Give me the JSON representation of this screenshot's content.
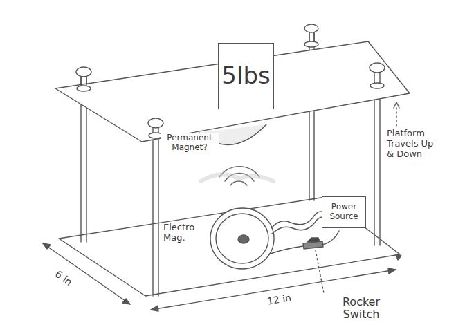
{
  "diagram": {
    "nodes": [
      {
        "text": [
          "5lbs"
        ]
      },
      {
        "text": [
          "Power Source"
        ]
      }
    ],
    "labels": [
      "Permanent Magnet?",
      "Platform Travels Up & Down",
      "Electro Mag.",
      "6 in",
      "12 in",
      "Rocker Switch"
    ]
  }
}
